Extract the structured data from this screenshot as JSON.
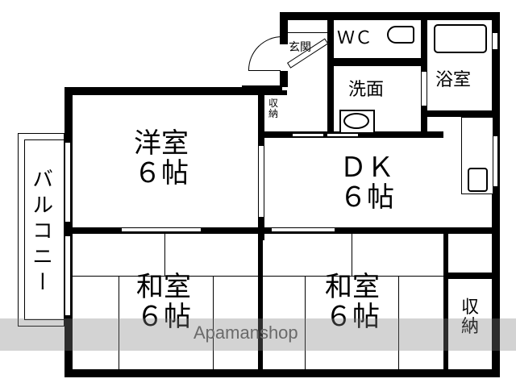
{
  "rooms": {
    "western_room": {
      "name": "洋室",
      "size": "６帖"
    },
    "dk": {
      "name": "ＤＫ",
      "size": "６帖"
    },
    "japanese_room_1": {
      "name": "和室",
      "size": "６帖"
    },
    "japanese_room_2": {
      "name": "和室",
      "size": "６帖"
    },
    "entrance": "玄関",
    "toilet": "ＷＣ",
    "washroom": "洗面",
    "bathroom": "浴室",
    "storage_small": "収納",
    "storage_right": "収納",
    "balcony": "バルコニー"
  },
  "watermark": "Apamanshop"
}
